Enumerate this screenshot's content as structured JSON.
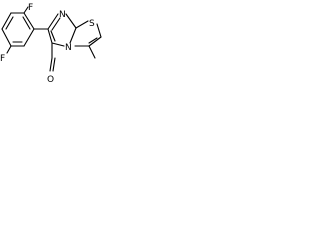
{
  "molecule": {
    "type": "chemical-structure",
    "atoms": {
      "f1": "F",
      "f2": "F",
      "n1": "N",
      "n2": "N",
      "s": "S",
      "o": "O"
    },
    "colors": {
      "bond": "#000000",
      "label": "#000000",
      "background": "#ffffff"
    }
  }
}
